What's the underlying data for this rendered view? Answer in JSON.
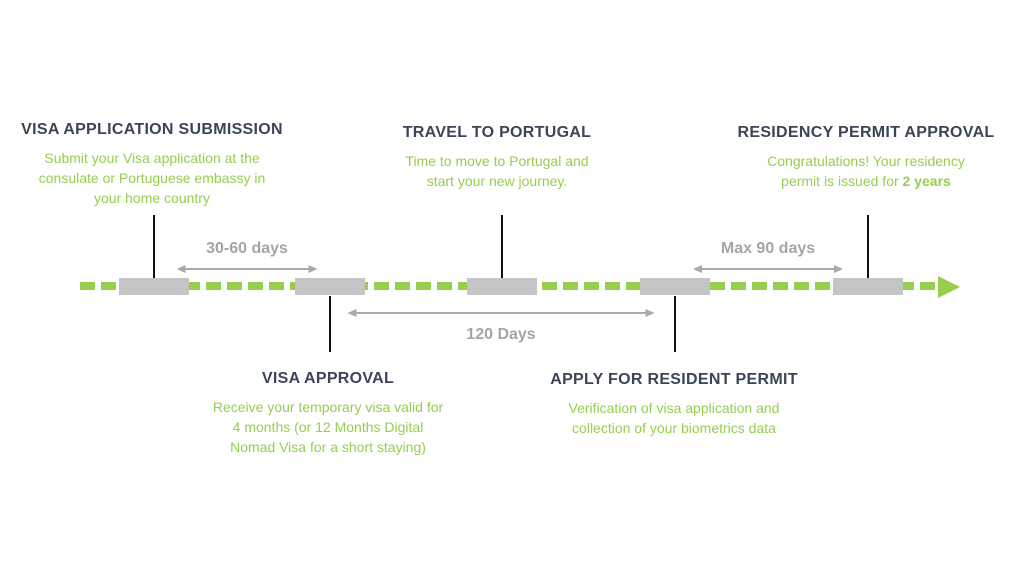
{
  "colors": {
    "accent_green": "#97ce4e",
    "heading_dark": "#3b4557",
    "muted_gray": "#a5a5a5",
    "node_gray": "#c5c5c5"
  },
  "timeline": {
    "stages": [
      {
        "id": "visa-application-submission",
        "title": "VISA APPLICATION SUBMISSION",
        "description": "Submit your Visa application at the consulate or Portuguese embassy in your home country",
        "position": "top"
      },
      {
        "id": "visa-approval",
        "title": "VISA APPROVAL",
        "description": "Receive your temporary visa valid for 4 months (or 12 Months Digital Nomad Visa for a short staying)",
        "position": "bottom"
      },
      {
        "id": "travel-to-portugal",
        "title": "TRAVEL TO PORTUGAL",
        "description": "Time to move to Portugal and start your new journey.",
        "position": "top"
      },
      {
        "id": "apply-for-resident-permit",
        "title": "APPLY FOR RESIDENT PERMIT",
        "description": "Verification of visa application and collection of your biometrics data",
        "position": "bottom"
      },
      {
        "id": "residency-permit-approval",
        "title": "RESIDENCY PERMIT APPROVAL",
        "description": "Congratulations! Your residency permit is issued for ",
        "description_emphasis": "2 years",
        "position": "top"
      }
    ],
    "durations": [
      {
        "label": "30-60 days"
      },
      {
        "label": "120 Days"
      },
      {
        "label": "Max 90 days"
      }
    ]
  }
}
